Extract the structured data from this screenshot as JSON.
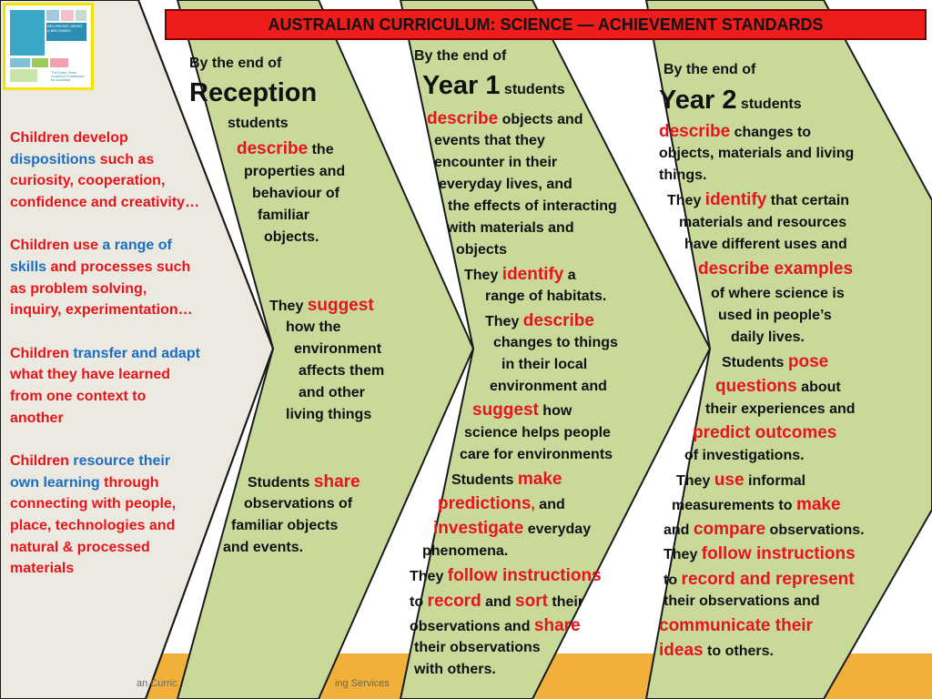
{
  "title": "AUSTRALIAN CURRICULUM: SCIENCE —  ACHIEVEMENT STANDARDS",
  "footer": {
    "left": "an Curric",
    "right": "ing Services"
  },
  "logo": {
    "title": "BELONGING, BEING & BECOMING",
    "subtitle": "The Early Years Learning Framework for Australia"
  },
  "colors": {
    "slide_bg": "#ffffff",
    "left_panel": "#ece9e0",
    "chevron_fill": "#c8d99a",
    "chevron_stroke": "#1a1a1a",
    "banner": "#ef1c1c",
    "highlight_red": "#e8141c",
    "highlight_blue": "#1a6fc4",
    "footer_bar": "#f1b03a"
  },
  "left_panel": {
    "p1": {
      "s1": "Children develop",
      "s2": "dispositions",
      "s3": " such as curiosity, cooperation, confidence and creativity…"
    },
    "p2": {
      "s1": "Children use ",
      "s2": "a range of skills",
      "s3": " and processes such as problem solving, inquiry, experimentation…"
    },
    "p3": {
      "s1": "Children ",
      "s2": "transfer and adapt",
      "s3": " what they have learned from one context to another"
    },
    "p4": {
      "s1": "Children ",
      "s2": "resource their own learning",
      "s3": " through connecting with people, place, technologies and natural & processed materials"
    }
  },
  "reception": {
    "intro": "By the end of",
    "level": "Reception",
    "l3": "students",
    "l4a": "describe",
    "l4b": " the",
    "l5": "properties and",
    "l6": "behaviour of",
    "l7": "familiar",
    "l8": "objects.",
    "s2a": "They ",
    "s2b": "suggest",
    "s2c": "how the",
    "s2d": "environment",
    "s2e": "affects them",
    "s2f": "and  other",
    "s2g": "living  things",
    "s3a": "Students ",
    "s3b": "share",
    "s3c": "observations of",
    "s3d": "familiar objects",
    "s3e": "and events."
  },
  "year1": {
    "intro": "By the end of",
    "level": "Year 1",
    "students": " students",
    "l1a": "describe",
    "l1b": " objects and",
    "l2": "events that they",
    "l3": "encounter in their",
    "l4": "everyday lives, and",
    "l5": "the effects of interacting",
    "l6": "with materials and",
    "l7": "objects",
    "l8a": "They  ",
    "l8b": "identify",
    "l8c": " a",
    "l9": "range of habitats.",
    "l10a": "They ",
    "l10b": "describe",
    "l11": "changes to things",
    "l12": "in their  local",
    "l13": "environment  and",
    "l14a": "suggest",
    "l14b": " how",
    "l15": "science helps  people",
    "l16": "care for environments",
    "l17a": "Students ",
    "l17b": "make",
    "l18a": "predictions",
    "l18b": ", ",
    "l18c": "and",
    "l19a": "investigate",
    "l19b": " everyday",
    "l20": "phenomena.",
    "l21a": "They ",
    "l21b": "follow instructions",
    "l22a": "to ",
    "l22b": "record",
    "l22c": " and ",
    "l22d": "sort",
    "l22e": " their",
    "l23a": "observations and ",
    "l23b": "share",
    "l24": "their observations",
    "l25": "with others."
  },
  "year2": {
    "intro": "By the end of",
    "level": "Year 2",
    "students": " students",
    "l1a": "describe",
    "l1b": " changes to",
    "l2": "objects, materials and living",
    "l3": "things.",
    "l4a": "They ",
    "l4b": "identify",
    "l4c": " that certain",
    "l5": "materials and resources",
    "l6": "have different uses and",
    "l7": "describe examples",
    "l8": "of where science is",
    "l9": "used  in  people’s",
    "l10": "daily lives.",
    "l11a": "Students ",
    "l11b": "pose",
    "l12a": "questions",
    "l12b": " about",
    "l13": "their experiences and",
    "l14": "predict outcomes",
    "l15": "of  investigations.",
    "l16a": "They ",
    "l16b": "use",
    "l16c": " informal",
    "l17a": "measurements to ",
    "l17b": "make",
    "l18a": "and ",
    "l18b": "compare",
    "l18c": " observations.",
    "l19a": "They ",
    "l19b": "follow instructions",
    "l20a": "to ",
    "l20b": "record and represent",
    "l21": "their observations and",
    "l22": "communicate their",
    "l23a": "ideas",
    "l23b": " to others."
  }
}
